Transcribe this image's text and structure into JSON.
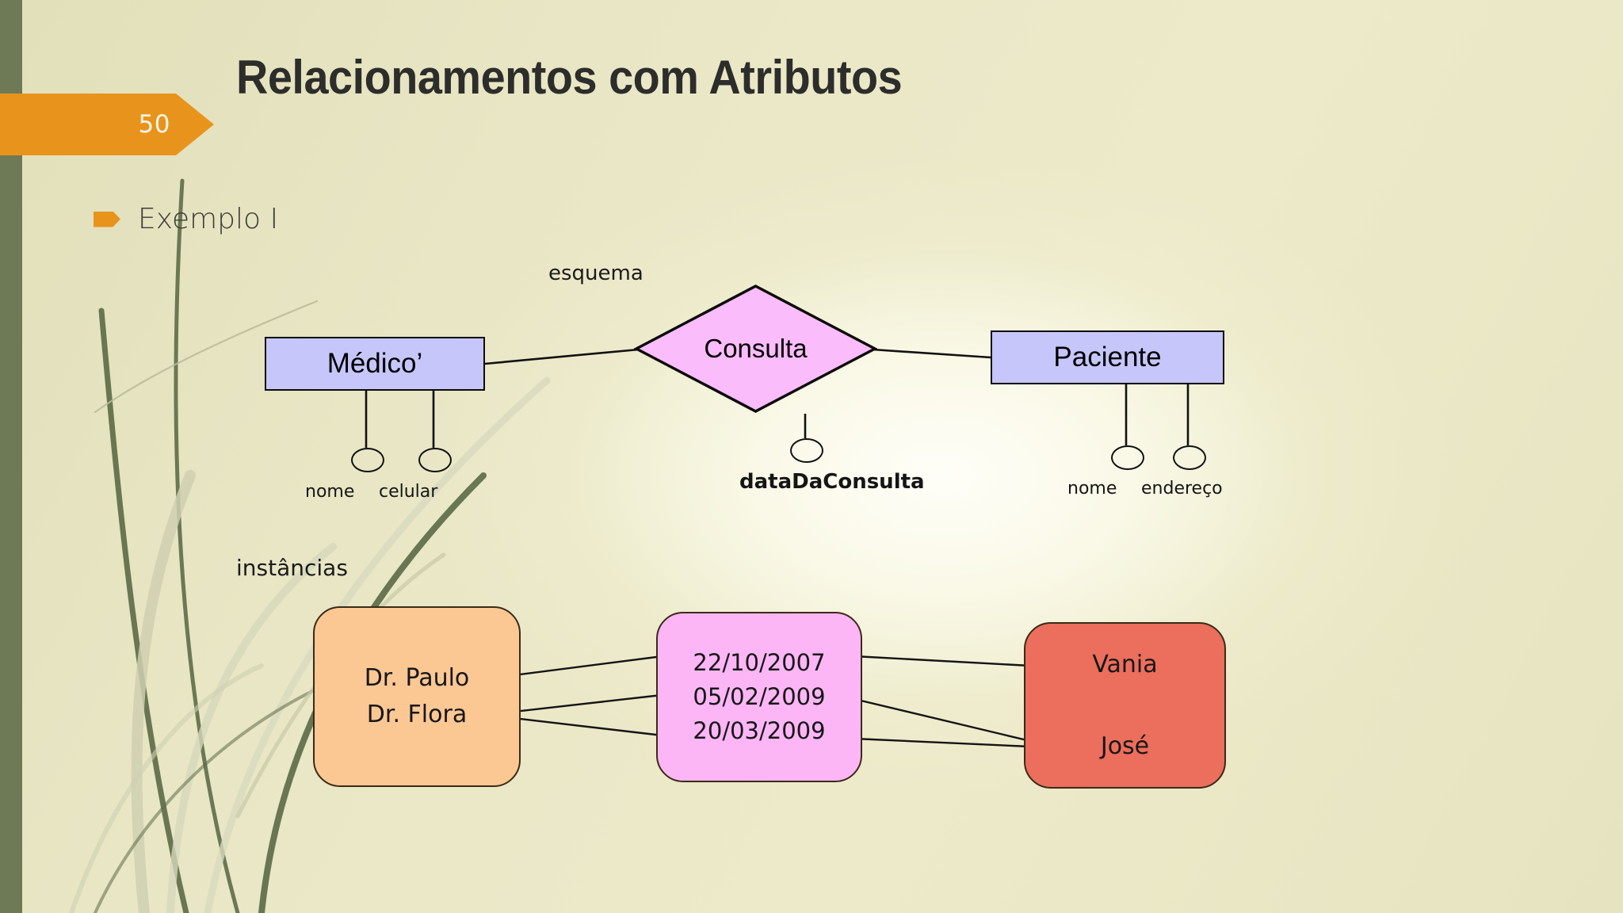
{
  "slide": {
    "number": "50",
    "title": "Relacionamentos com Atributos",
    "bullet": "Exemplo I",
    "accent_orange": "#e8941c",
    "bg_color": "#e8e6c4",
    "left_bar_color": "#6e7a55"
  },
  "schema": {
    "caption": "esquema",
    "entities": [
      {
        "label": "Médico’",
        "fill": "#c6c6fb"
      },
      {
        "label": "Paciente",
        "fill": "#c6c6fb"
      }
    ],
    "relationship": {
      "label": "Consulta",
      "fill": "#fbbcfb"
    },
    "medico_attributes": [
      "nome",
      "celular"
    ],
    "paciente_attributes": [
      "nome",
      "endereço"
    ],
    "relationship_attribute": "dataDaConsulta"
  },
  "instances": {
    "caption": "instâncias",
    "medicos": {
      "fill": "#fbc793",
      "values": [
        "Dr. Paulo",
        "Dr. Flora"
      ]
    },
    "datas": {
      "fill": "#fcb6f6",
      "values": [
        "22/10/2007",
        "05/02/2009",
        "20/03/2009"
      ]
    },
    "pacientes": {
      "fill": "#ec6e5c",
      "values": [
        "Vania",
        "José"
      ]
    }
  }
}
